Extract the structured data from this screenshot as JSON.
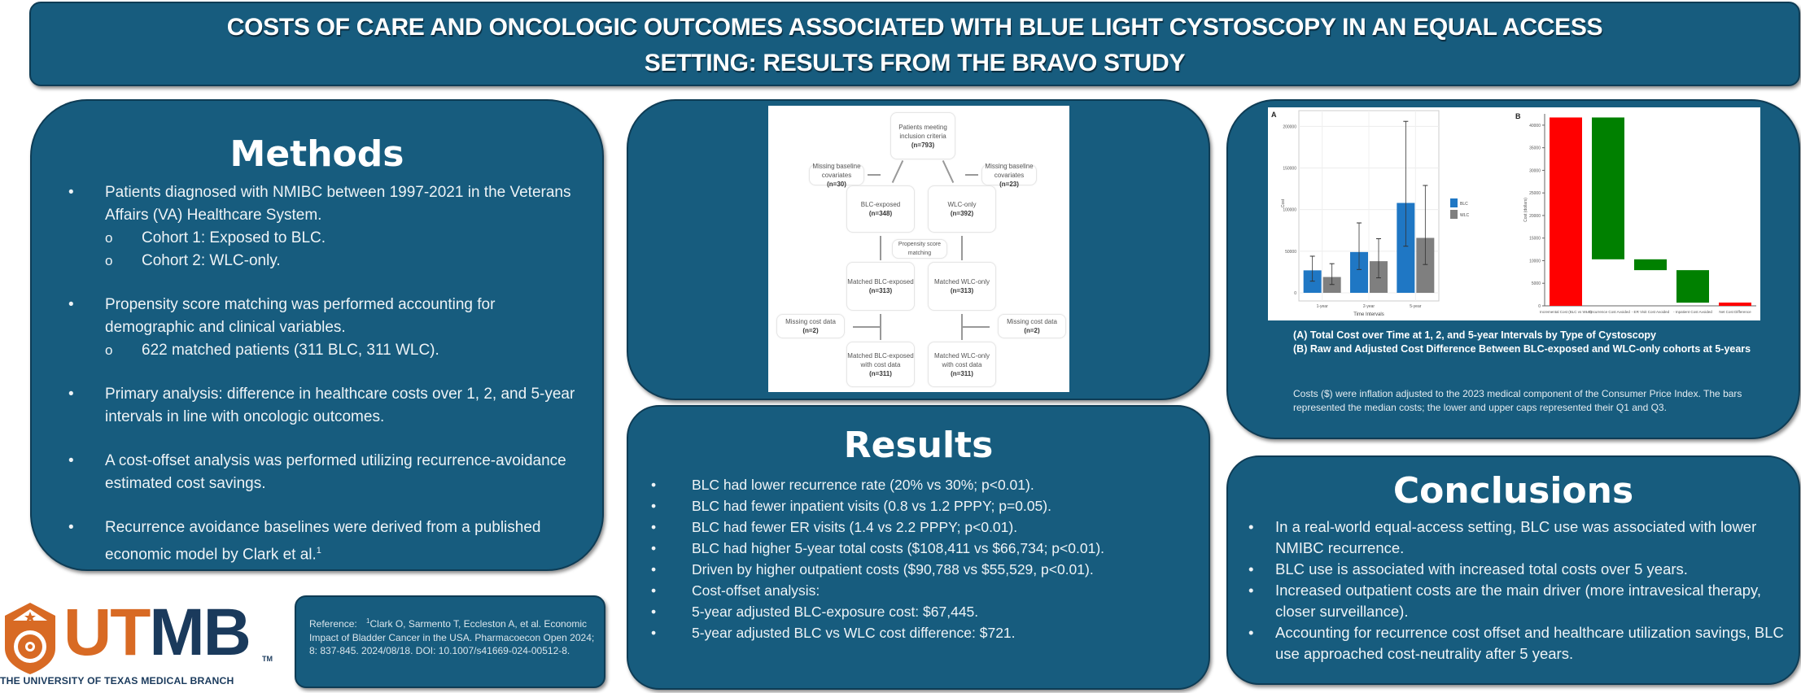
{
  "title": {
    "line1": "COSTS OF CARE AND ONCOLOGIC OUTCOMES ASSOCIATED WITH BLUE LIGHT CYSTOSCOPY IN AN EQUAL ACCESS",
    "line2": "SETTING: RESULTS FROM THE BRAVO STUDY"
  },
  "methods": {
    "heading": "Methods",
    "items": [
      {
        "text": "Patients diagnosed with NMIBC between 1997-2021 in the Veterans Affairs (VA) Healthcare System.",
        "sub": [
          "Cohort 1: Exposed to BLC.",
          "Cohort 2: WLC-only."
        ]
      },
      {
        "text": "Propensity score matching was performed accounting for demographic and clinical variables.",
        "sub": [
          "622 matched patients (311 BLC, 311 WLC)."
        ]
      },
      {
        "text": "Primary analysis: difference in healthcare costs over 1, 2, and 5-year intervals in line with oncologic outcomes."
      },
      {
        "text": "A cost-offset analysis was performed utilizing recurrence-avoidance estimated cost savings."
      },
      {
        "text": "Recurrence avoidance baselines were derived from a published economic model by Clark et al.",
        "sup": "1"
      }
    ]
  },
  "flowchart": {
    "start": {
      "label": "Patients meeting inclusion criteria",
      "n": "(n=793)"
    },
    "excl_left": {
      "label": "Missing baseline covariates",
      "n": "(n=30)"
    },
    "excl_right": {
      "label": "Missing baseline covariates",
      "n": "(n=23)"
    },
    "blc": {
      "label": "BLC-exposed",
      "n": "(n=348)"
    },
    "wlc": {
      "label": "WLC-only",
      "n": "(n=392)"
    },
    "psm": "Propensity score matching",
    "matched_blc": {
      "label": "Matched BLC-exposed",
      "n": "(n=313)"
    },
    "matched_wlc": {
      "label": "Matched WLC-only",
      "n": "(n=313)"
    },
    "missing_cost_left": {
      "label": "Missing cost data",
      "n": "(n=2)"
    },
    "missing_cost_right": {
      "label": "Missing cost data",
      "n": "(n=2)"
    },
    "final_blc": {
      "label": "Matched BLC-exposed with cost data",
      "n": "(n=311)"
    },
    "final_wlc": {
      "label": "Matched WLC-only with cost data",
      "n": "(n=311)"
    }
  },
  "results": {
    "heading": "Results",
    "items": [
      "BLC had lower recurrence rate (20% vs 30%; p<0.01).",
      "BLC had fewer inpatient visits (0.8 vs 1.2 PPPY; p=0.05).",
      "BLC had fewer ER visits (1.4 vs 2.2 PPPY; p<0.01).",
      "BLC had higher 5-year total costs ($108,411 vs $66,734; p<0.01).",
      "Driven by higher outpatient costs ($90,788 vs $55,529, p<0.01).",
      "Cost-offset analysis:",
      "5-year adjusted BLC-exposure cost: $67,445.",
      "5-year adjusted BLC vs WLC cost difference: $721."
    ]
  },
  "figure": {
    "caption_a": "(A) Total Cost over Time at 1, 2, and 5-year Intervals by Type of Cystoscopy",
    "caption_b": "(B) Raw and Adjusted Cost Difference Between BLC-exposed and WLC-only cohorts at 5-years",
    "note": "Costs ($) were inflation adjusted to the 2023 medical component of the Consumer Price Index. The bars represented the median costs; the lower and upper caps represented their Q1 and Q3."
  },
  "chart_data": [
    {
      "type": "bar",
      "panel_label": "A",
      "title": "",
      "xlabel": "Time Intervals",
      "ylabel": "Cost",
      "categories": [
        "1-year",
        "2-year",
        "5-year"
      ],
      "series": [
        {
          "name": "BLC",
          "color": "#1f77c4",
          "values": [
            27000,
            49000,
            108000
          ],
          "q1": [
            14000,
            28000,
            56000
          ],
          "q3": [
            44000,
            84000,
            206000
          ]
        },
        {
          "name": "WLC",
          "color": "#7f7f7f",
          "values": [
            19000,
            38000,
            66000
          ],
          "q1": [
            10000,
            18000,
            34000
          ],
          "q3": [
            35000,
            65000,
            129000
          ]
        }
      ],
      "yticks": [
        "0",
        "50000",
        "100000",
        "150000",
        "200000"
      ],
      "ylim": [
        0,
        215000
      ],
      "grid": true,
      "legend": "right"
    },
    {
      "type": "bar",
      "subtype": "waterfall",
      "panel_label": "B",
      "title": "",
      "xlabel": "",
      "ylabel": "Cost (dollars)",
      "categories": [
        "Incremental Cost (BLC vs WLC)",
        "- Recurrence Cost Avoided",
        "- ER Visit Cost Avoided",
        "- Inpatient Cost Avoided",
        "Net Cost Difference"
      ],
      "bars": [
        {
          "start": 0,
          "end": 41700,
          "color": "#ff0000"
        },
        {
          "start": 41700,
          "end": 10300,
          "color": "#008000"
        },
        {
          "start": 10300,
          "end": 7900,
          "color": "#008000"
        },
        {
          "start": 7900,
          "end": 700,
          "color": "#008000"
        },
        {
          "start": 0,
          "end": 721,
          "color": "#ff0000"
        }
      ],
      "yticks": [
        "0",
        "5000",
        "10000",
        "15000",
        "20000",
        "25000",
        "30000",
        "35000",
        "40000"
      ],
      "ylim": [
        0,
        42500
      ],
      "grid": false
    }
  ],
  "conclusions": {
    "heading": "Conclusions",
    "items": [
      "In a real-world equal-access setting, BLC use was associated with lower NMIBC recurrence.",
      "BLC use is associated with increased total costs over 5 years.",
      "Increased outpatient costs are the main driver (more intravesical therapy, closer surveillance).",
      "Accounting for recurrence cost offset and healthcare utilization savings, BLC use approached cost-neutrality after 5 years."
    ]
  },
  "reference": {
    "label": "Reference:",
    "sup": "1",
    "text": "Clark O, Sarmento T, Eccleston A, et al. Economic Impact of Bladder Cancer in the USA. Pharmacoecon Open 2024; 8: 837-845. 2024/08/18. DOI: 10.1007/s41669-024-00512-8."
  },
  "logo": {
    "ut": "UT",
    "mb": "MB",
    "tm": "TM",
    "subtitle": "THE UNIVERSITY OF TEXAS MEDICAL BRANCH"
  }
}
